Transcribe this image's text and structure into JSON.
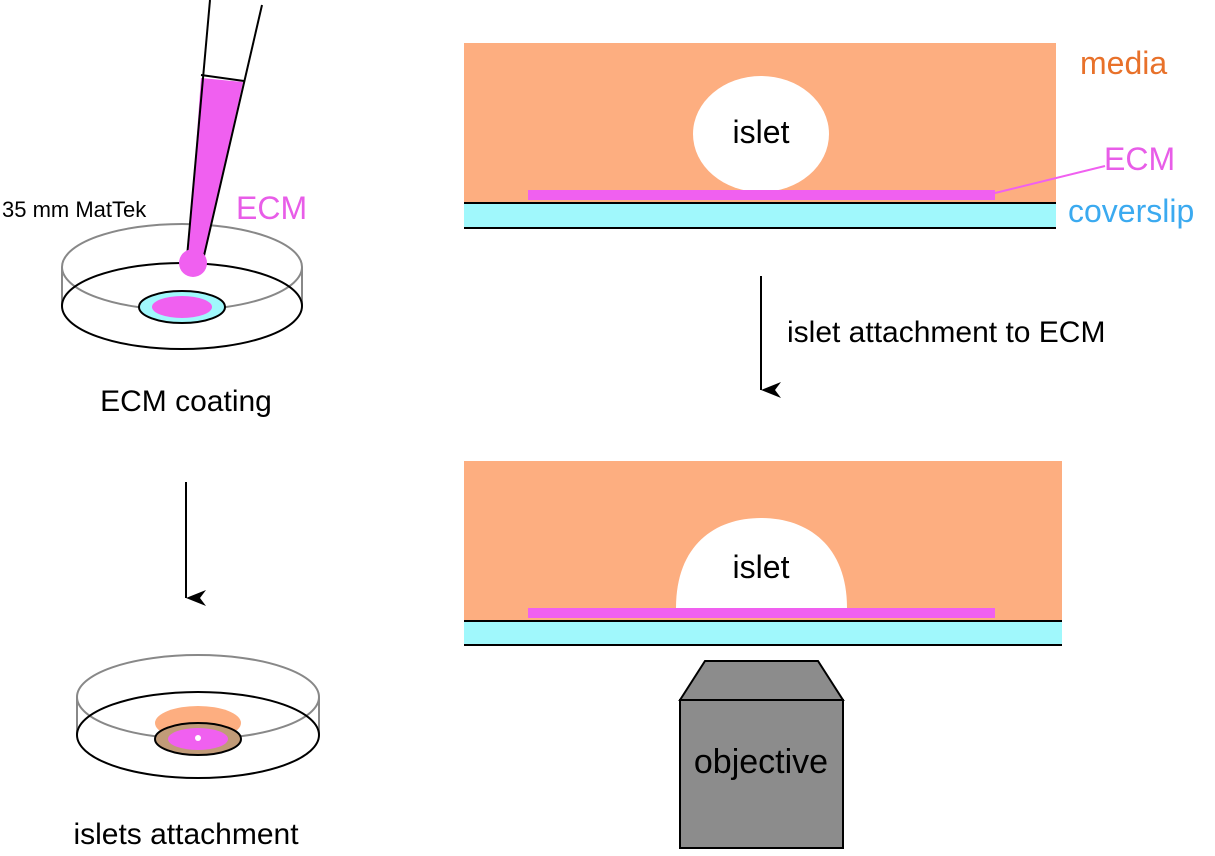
{
  "labels": {
    "dish_type": "35 mm MatTek",
    "ecm_pipette": "ECM",
    "step1_caption": "ECM coating",
    "step2_caption": "islets attachment",
    "media": "media",
    "ecm_side": "ECM",
    "coverslip": "coverslip",
    "islet_top": "islet",
    "transition": "islet attachment to ECM",
    "islet_bottom": "islet",
    "objective": "objective"
  },
  "colors": {
    "media": "#FDAE80",
    "ecm": "#F060F0",
    "coverslip": "#A0F8FC",
    "ecm_text": "#E85DE8",
    "media_text": "#E8712A",
    "coverslip_text": "#3BAAF0",
    "objective": "#8C8C8C",
    "islet": "#FFFFFF"
  },
  "icons": [
    "pipette-icon",
    "petri-dish-icon",
    "down-arrow-icon",
    "objective-lens-icon"
  ]
}
